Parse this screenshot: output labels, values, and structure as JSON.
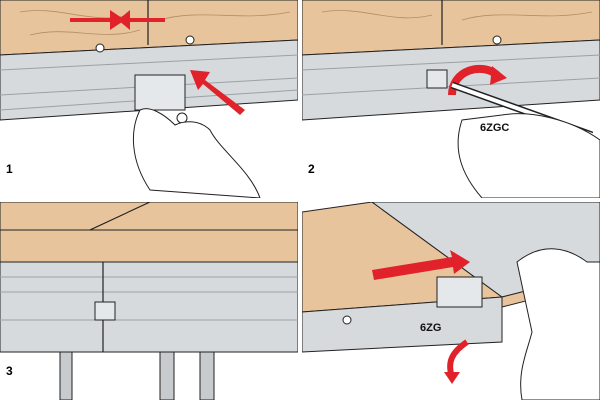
{
  "steps": [
    {
      "number": "1"
    },
    {
      "number": "2",
      "tool_label": "6ZGC"
    },
    {
      "number": "3"
    },
    {
      "number": "",
      "tool_label": "6ZG"
    }
  ],
  "colors": {
    "wood": "#e7c49c",
    "wood_grain": "#b58e62",
    "aluminium": "#d6dadd",
    "aluminium_dark": "#9aa1a6",
    "arrow_red": "#e1222b",
    "outline": "#222222"
  },
  "icons": [
    "push-arrow",
    "rotate-arrow",
    "hand",
    "screwdriver",
    "connector-clip"
  ]
}
